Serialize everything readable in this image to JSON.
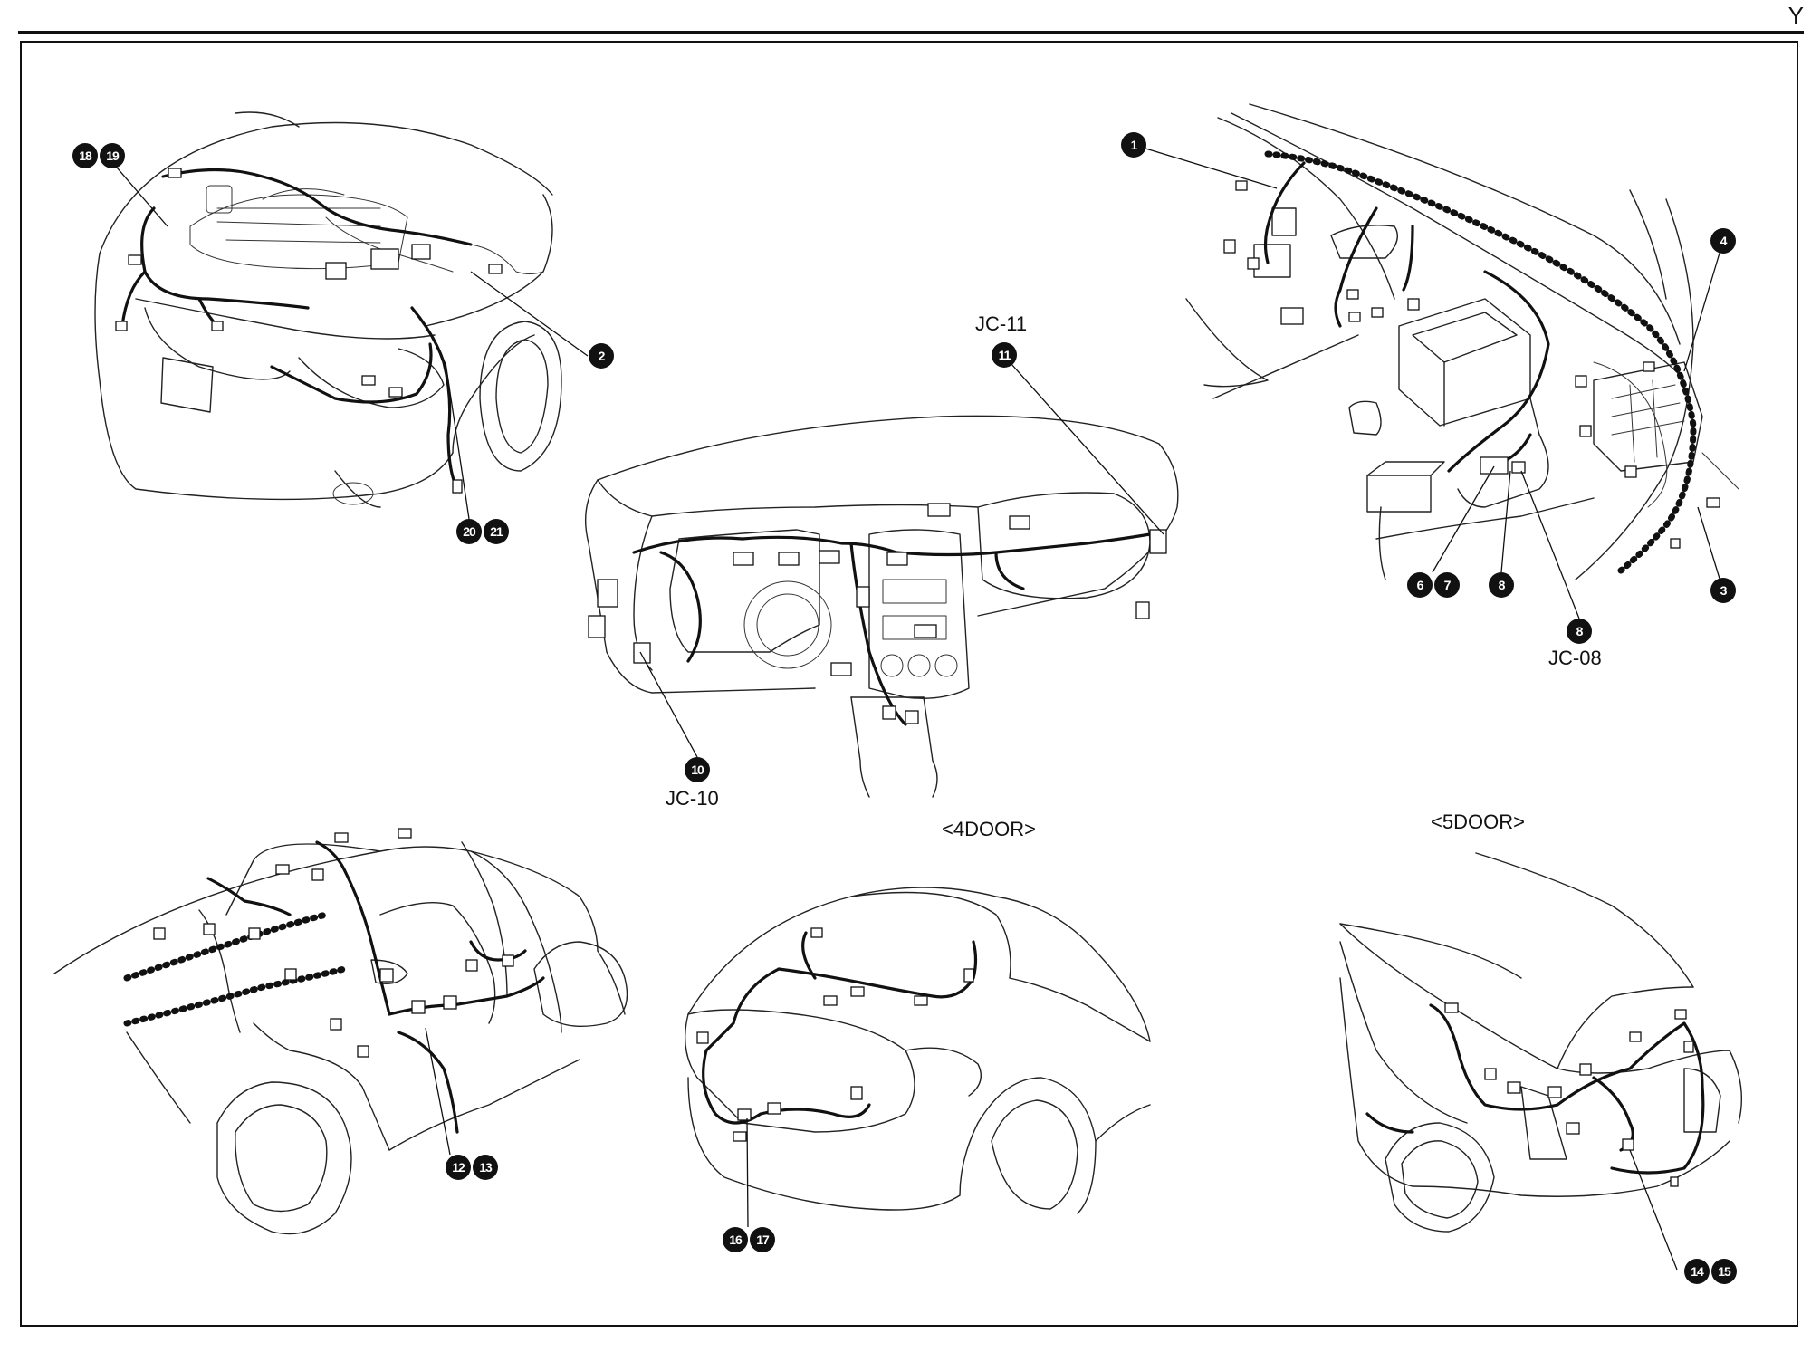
{
  "header": {
    "corner_mark": "Y"
  },
  "labels": {
    "jc11": "JC-11",
    "jc10": "JC-10",
    "jc08": "JC-08",
    "four_door": "<4DOOR>",
    "five_door": "<5DOOR>"
  },
  "callouts": {
    "c18": "18",
    "c19": "19",
    "c2": "2",
    "c20": "20",
    "c21": "21",
    "c11": "11",
    "c10": "10",
    "c1": "1",
    "c4": "4",
    "c3": "3",
    "c6": "6",
    "c7": "7",
    "c8a": "8",
    "c8b": "8",
    "c12": "12",
    "c13": "13",
    "c16": "16",
    "c17": "17",
    "c14": "14",
    "c15": "15"
  },
  "colors": {
    "ink": "#111111",
    "background": "#ffffff"
  }
}
